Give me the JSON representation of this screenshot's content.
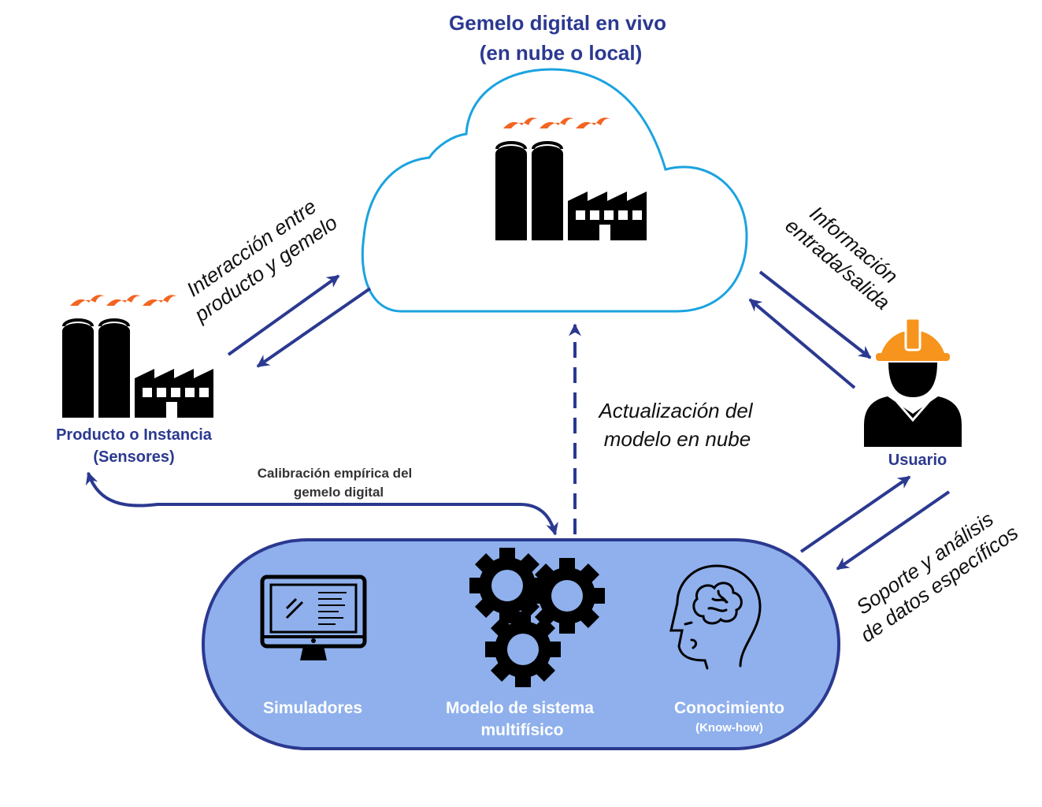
{
  "title": {
    "line1": "Gemelo digital en vivo",
    "line2": "(en nube o local)"
  },
  "product": {
    "line1": "Producto o Instancia",
    "line2": "(Sensores)"
  },
  "user": {
    "label": "Usuario"
  },
  "labels": {
    "interaction": {
      "line1": "Interacción entre",
      "line2": "producto y gemelo"
    },
    "io": {
      "line1": "Información",
      "line2": "entrada/salida"
    },
    "update": {
      "line1": "Actualización del",
      "line2": "modelo en nube"
    },
    "calibration": {
      "line1": "Calibración empírica del",
      "line2": "gemelo digital"
    },
    "support": {
      "line1": "Soporte y análisis",
      "line2": "de datos específicos"
    }
  },
  "platform": {
    "simulators": "Simuladores",
    "model": {
      "line1": "Modelo de sistema",
      "line2": "multifísico"
    },
    "knowledge": {
      "line1": "Conocimiento",
      "line2": "(Know-how)"
    }
  },
  "colors": {
    "arrow": "#2b3990",
    "cloud": "#1aa3e0",
    "flame": "#f26522",
    "helmet": "#f7941d",
    "pill_fill": "#8fb0ec",
    "pill_stroke": "#2b3990"
  },
  "icons": [
    "factory-icon",
    "worker-icon",
    "monitor-icon",
    "gears-icon",
    "brain-head-icon",
    "cloud-icon"
  ]
}
